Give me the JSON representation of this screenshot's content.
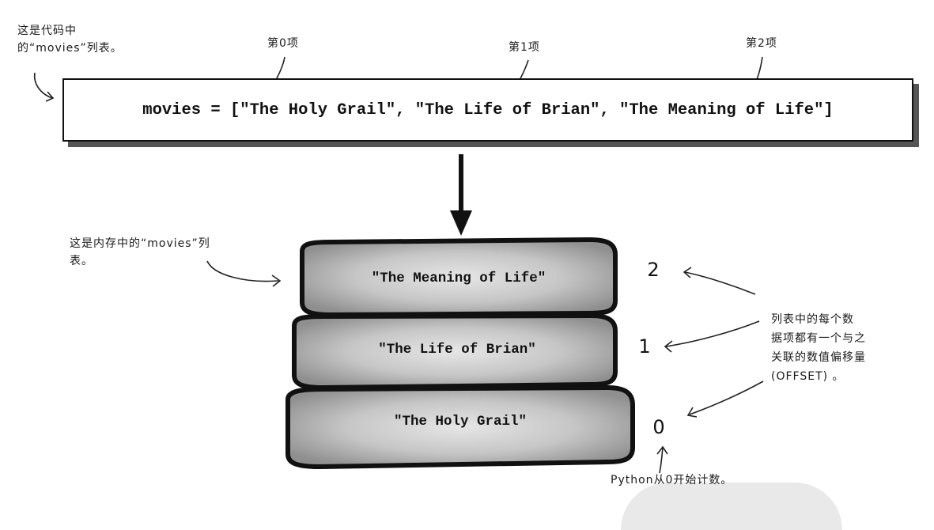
{
  "code_box": {
    "code": "movies = [\"The Holy Grail\", \"The Life of Brian\", \"The Meaning of Life\"]"
  },
  "annotations": {
    "code_list_note": "这是代码中\n的“movies”列表。",
    "item_0": "第0项",
    "item_1": "第1项",
    "item_2": "第2项",
    "memory_list_note": "这是内存中的“movies”列\n表。",
    "offset_note": "列表中的每个数\n据项都有一个与之\n关联的数值偏移量\n(OFFSET) 。",
    "python_count_note": "Python从0开始计数。"
  },
  "stack": {
    "slots": [
      {
        "offset": "2",
        "value": "\"The Meaning of Life\""
      },
      {
        "offset": "1",
        "value": "\"The Life of Brian\""
      },
      {
        "offset": "0",
        "value": "\"The Holy Grail\""
      }
    ]
  },
  "colors": {
    "ink": "#111111",
    "slot_fill": "#bdbdbd",
    "shadow": "#555555"
  }
}
